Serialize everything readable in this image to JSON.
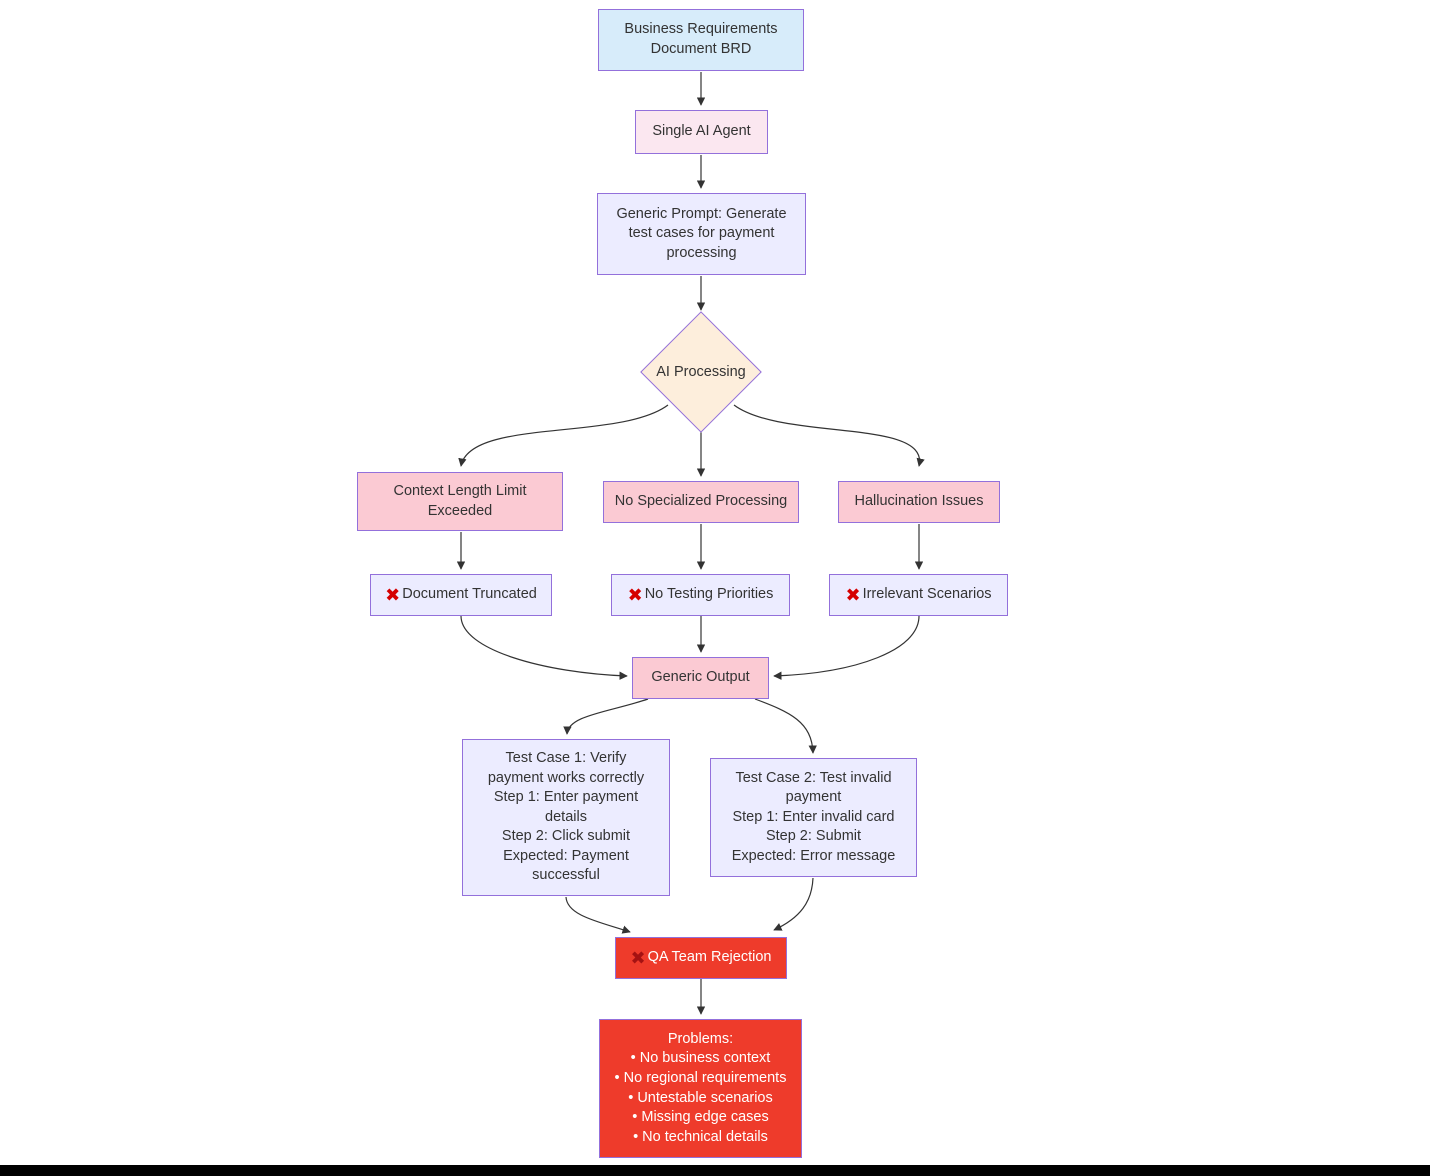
{
  "diagram": {
    "title": "Single AI Agent test case generation flowchart",
    "nodes": {
      "brd": {
        "label": [
          "Business Requirements",
          "Document BRD"
        ]
      },
      "agent": {
        "label": "Single AI Agent"
      },
      "prompt": {
        "label": [
          "Generic Prompt: Generate",
          "test cases for payment",
          "processing"
        ]
      },
      "processing": {
        "label": "AI Processing"
      },
      "context_limit": {
        "label": [
          "Context Length Limit",
          "Exceeded"
        ]
      },
      "no_specialized": {
        "label": "No Specialized Processing"
      },
      "hallucination": {
        "label": "Hallucination Issues"
      },
      "doc_truncated": {
        "icon": "x-cross-icon",
        "label": "Document Truncated"
      },
      "no_priorities": {
        "icon": "x-cross-icon",
        "label": "No Testing Priorities"
      },
      "irrelevant": {
        "icon": "x-cross-icon",
        "label": "Irrelevant Scenarios"
      },
      "generic_output": {
        "label": "Generic Output"
      },
      "test_case_1": {
        "label": [
          "Test Case 1: Verify",
          "payment works correctly",
          "Step 1: Enter payment",
          "details",
          "Step 2: Click submit",
          "Expected: Payment",
          "successful"
        ]
      },
      "test_case_2": {
        "label": [
          "Test Case 2: Test invalid",
          "payment",
          "Step 1: Enter invalid card",
          "Step 2: Submit",
          "Expected: Error message"
        ]
      },
      "qa_rejection": {
        "icon": "x-cross-icon",
        "label": "QA Team Rejection"
      },
      "problems": {
        "label": [
          "Problems:",
          "• No business context",
          "• No regional requirements",
          "• Untestable scenarios",
          "• Missing edge cases",
          "• No technical details"
        ]
      }
    },
    "glyphs": {
      "x_cross": "✖"
    },
    "colors": {
      "background": "#ffffff",
      "node_border": "#9370db",
      "blue_fill": "#d7ecfa",
      "pink_light_fill": "#fbe7f0",
      "lavender_fill": "#ececff",
      "peach_fill": "#fdeedc",
      "pink_fill": "#fbcad3",
      "red_fill": "#ee3b2b",
      "edge_color": "#333333",
      "x_icon_color": "#d50000",
      "x_icon_on_red_color": "#a51212",
      "bottom_bar_color": "#000000"
    }
  }
}
